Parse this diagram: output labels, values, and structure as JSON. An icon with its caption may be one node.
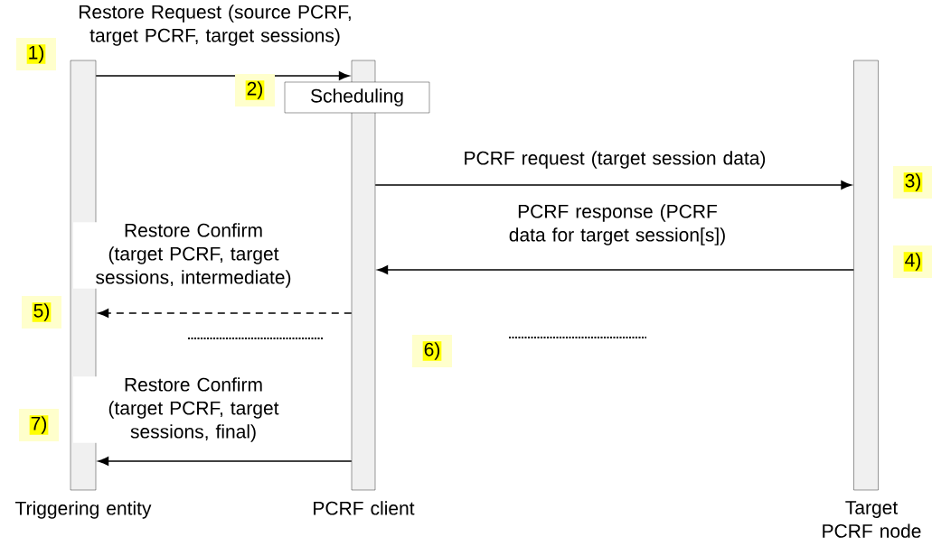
{
  "diagram": {
    "nodes": [
      {
        "text": [
          "Triggering entity"
        ]
      },
      {
        "text": [
          "PCRF client"
        ]
      },
      {
        "text": [
          "Target PCRF node"
        ]
      },
      {
        "text": [
          "Scheduling"
        ]
      }
    ],
    "edges": [
      {
        "from": 0,
        "to": 1,
        "arrow": "to",
        "label": "Restore Request (source PCRF, target PCRF, target sessions)"
      },
      {
        "from": 1,
        "to": 2,
        "arrow": "to",
        "label": "PCRF request (target session data)"
      },
      {
        "from": 2,
        "to": 1,
        "arrow": "to",
        "label": "PCRF response (PCRF data for target session[s])"
      },
      {
        "from": 1,
        "to": 0,
        "arrow": "to",
        "style": "dashed",
        "label": "Restore Confirm (target PCRF, target sessions, intermediate)"
      },
      {
        "from": 1,
        "to": 0,
        "arrow": "to",
        "label": "Restore Confirm (target PCRF, target sessions, final)"
      }
    ],
    "labels": [
      "1)",
      "2)",
      "3)",
      "4)",
      "5)",
      "6)",
      "7)"
    ]
  }
}
